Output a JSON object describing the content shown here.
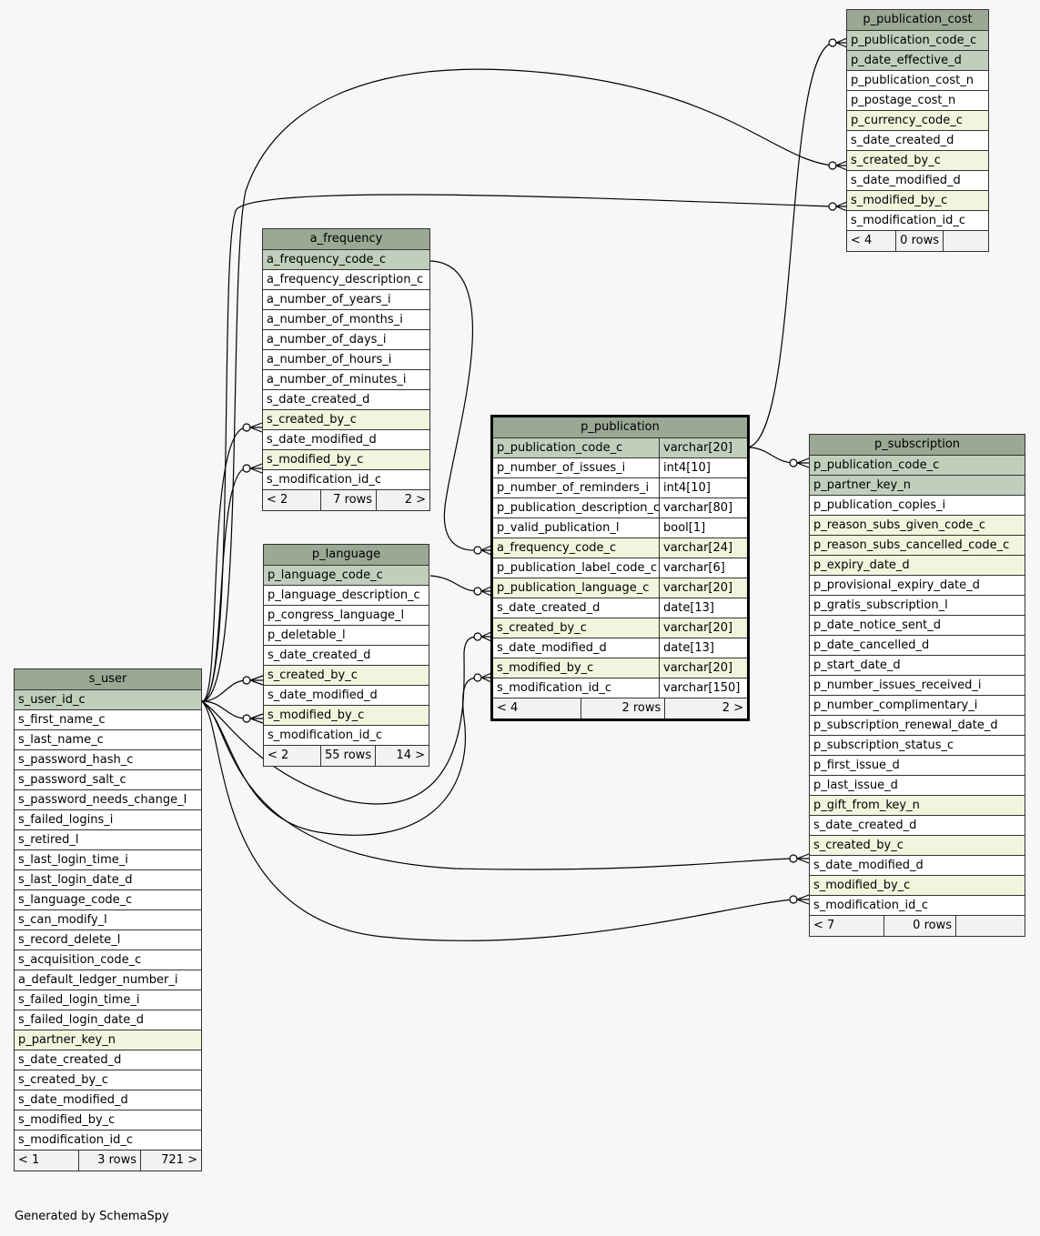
{
  "generator": "Generated by SchemaSpy",
  "tables": {
    "p_publication_cost": {
      "name": "p_publication_cost",
      "columns": [
        {
          "name": "p_publication_code_c",
          "kind": "pk"
        },
        {
          "name": "p_date_effective_d",
          "kind": "pk"
        },
        {
          "name": "p_publication_cost_n",
          "kind": "plain"
        },
        {
          "name": "p_postage_cost_n",
          "kind": "plain"
        },
        {
          "name": "p_currency_code_c",
          "kind": "fk"
        },
        {
          "name": "s_date_created_d",
          "kind": "plain"
        },
        {
          "name": "s_created_by_c",
          "kind": "fk"
        },
        {
          "name": "s_date_modified_d",
          "kind": "plain"
        },
        {
          "name": "s_modified_by_c",
          "kind": "fk"
        },
        {
          "name": "s_modification_id_c",
          "kind": "plain"
        }
      ],
      "footer": [
        "< 4",
        "0 rows",
        ""
      ]
    },
    "a_frequency": {
      "name": "a_frequency",
      "columns": [
        {
          "name": "a_frequency_code_c",
          "kind": "pk"
        },
        {
          "name": "a_frequency_description_c",
          "kind": "plain"
        },
        {
          "name": "a_number_of_years_i",
          "kind": "plain"
        },
        {
          "name": "a_number_of_months_i",
          "kind": "plain"
        },
        {
          "name": "a_number_of_days_i",
          "kind": "plain"
        },
        {
          "name": "a_number_of_hours_i",
          "kind": "plain"
        },
        {
          "name": "a_number_of_minutes_i",
          "kind": "plain"
        },
        {
          "name": "s_date_created_d",
          "kind": "plain"
        },
        {
          "name": "s_created_by_c",
          "kind": "fk"
        },
        {
          "name": "s_date_modified_d",
          "kind": "plain"
        },
        {
          "name": "s_modified_by_c",
          "kind": "fk"
        },
        {
          "name": "s_modification_id_c",
          "kind": "plain"
        }
      ],
      "footer": [
        "< 2",
        "7 rows",
        "2 >"
      ]
    },
    "p_language": {
      "name": "p_language",
      "columns": [
        {
          "name": "p_language_code_c",
          "kind": "pk"
        },
        {
          "name": "p_language_description_c",
          "kind": "plain"
        },
        {
          "name": "p_congress_language_l",
          "kind": "plain"
        },
        {
          "name": "p_deletable_l",
          "kind": "plain"
        },
        {
          "name": "s_date_created_d",
          "kind": "plain"
        },
        {
          "name": "s_created_by_c",
          "kind": "fk"
        },
        {
          "name": "s_date_modified_d",
          "kind": "plain"
        },
        {
          "name": "s_modified_by_c",
          "kind": "fk"
        },
        {
          "name": "s_modification_id_c",
          "kind": "plain"
        }
      ],
      "footer": [
        "< 2",
        "55 rows",
        "14 >"
      ]
    },
    "p_publication": {
      "name": "p_publication",
      "columns": [
        {
          "name": "p_publication_code_c",
          "type": "varchar[20]",
          "kind": "pk"
        },
        {
          "name": "p_number_of_issues_i",
          "type": "int4[10]",
          "kind": "plain"
        },
        {
          "name": "p_number_of_reminders_i",
          "type": "int4[10]",
          "kind": "plain"
        },
        {
          "name": "p_publication_description_c",
          "type": "varchar[80]",
          "kind": "plain"
        },
        {
          "name": "p_valid_publication_l",
          "type": "bool[1]",
          "kind": "plain"
        },
        {
          "name": "a_frequency_code_c",
          "type": "varchar[24]",
          "kind": "fk"
        },
        {
          "name": "p_publication_label_code_c",
          "type": "varchar[6]",
          "kind": "plain"
        },
        {
          "name": "p_publication_language_c",
          "type": "varchar[20]",
          "kind": "fk"
        },
        {
          "name": "s_date_created_d",
          "type": "date[13]",
          "kind": "plain"
        },
        {
          "name": "s_created_by_c",
          "type": "varchar[20]",
          "kind": "fk"
        },
        {
          "name": "s_date_modified_d",
          "type": "date[13]",
          "kind": "plain"
        },
        {
          "name": "s_modified_by_c",
          "type": "varchar[20]",
          "kind": "fk"
        },
        {
          "name": "s_modification_id_c",
          "type": "varchar[150]",
          "kind": "plain"
        }
      ],
      "footer": [
        "< 4",
        "2 rows",
        "2 >"
      ]
    },
    "p_subscription": {
      "name": "p_subscription",
      "columns": [
        {
          "name": "p_publication_code_c",
          "kind": "pk"
        },
        {
          "name": "p_partner_key_n",
          "kind": "pk"
        },
        {
          "name": "p_publication_copies_i",
          "kind": "plain"
        },
        {
          "name": "p_reason_subs_given_code_c",
          "kind": "fk"
        },
        {
          "name": "p_reason_subs_cancelled_code_c",
          "kind": "fk"
        },
        {
          "name": "p_expiry_date_d",
          "kind": "fk"
        },
        {
          "name": "p_provisional_expiry_date_d",
          "kind": "plain"
        },
        {
          "name": "p_gratis_subscription_l",
          "kind": "plain"
        },
        {
          "name": "p_date_notice_sent_d",
          "kind": "plain"
        },
        {
          "name": "p_date_cancelled_d",
          "kind": "plain"
        },
        {
          "name": "p_start_date_d",
          "kind": "plain"
        },
        {
          "name": "p_number_issues_received_i",
          "kind": "plain"
        },
        {
          "name": "p_number_complimentary_i",
          "kind": "plain"
        },
        {
          "name": "p_subscription_renewal_date_d",
          "kind": "plain"
        },
        {
          "name": "p_subscription_status_c",
          "kind": "plain"
        },
        {
          "name": "p_first_issue_d",
          "kind": "plain"
        },
        {
          "name": "p_last_issue_d",
          "kind": "plain"
        },
        {
          "name": "p_gift_from_key_n",
          "kind": "fk"
        },
        {
          "name": "s_date_created_d",
          "kind": "plain"
        },
        {
          "name": "s_created_by_c",
          "kind": "fk"
        },
        {
          "name": "s_date_modified_d",
          "kind": "plain"
        },
        {
          "name": "s_modified_by_c",
          "kind": "fk"
        },
        {
          "name": "s_modification_id_c",
          "kind": "plain"
        }
      ],
      "footer": [
        "< 7",
        "0 rows",
        ""
      ]
    },
    "s_user": {
      "name": "s_user",
      "columns": [
        {
          "name": "s_user_id_c",
          "kind": "pk"
        },
        {
          "name": "s_first_name_c",
          "kind": "plain"
        },
        {
          "name": "s_last_name_c",
          "kind": "plain"
        },
        {
          "name": "s_password_hash_c",
          "kind": "plain"
        },
        {
          "name": "s_password_salt_c",
          "kind": "plain"
        },
        {
          "name": "s_password_needs_change_l",
          "kind": "plain"
        },
        {
          "name": "s_failed_logins_i",
          "kind": "plain"
        },
        {
          "name": "s_retired_l",
          "kind": "plain"
        },
        {
          "name": "s_last_login_time_i",
          "kind": "plain"
        },
        {
          "name": "s_last_login_date_d",
          "kind": "plain"
        },
        {
          "name": "s_language_code_c",
          "kind": "plain"
        },
        {
          "name": "s_can_modify_l",
          "kind": "plain"
        },
        {
          "name": "s_record_delete_l",
          "kind": "plain"
        },
        {
          "name": "s_acquisition_code_c",
          "kind": "plain"
        },
        {
          "name": "a_default_ledger_number_i",
          "kind": "plain"
        },
        {
          "name": "s_failed_login_time_i",
          "kind": "plain"
        },
        {
          "name": "s_failed_login_date_d",
          "kind": "plain"
        },
        {
          "name": "p_partner_key_n",
          "kind": "fk"
        },
        {
          "name": "s_date_created_d",
          "kind": "plain"
        },
        {
          "name": "s_created_by_c",
          "kind": "plain"
        },
        {
          "name": "s_date_modified_d",
          "kind": "plain"
        },
        {
          "name": "s_modified_by_c",
          "kind": "plain"
        },
        {
          "name": "s_modification_id_c",
          "kind": "plain"
        }
      ],
      "footer": [
        "< 1",
        "3 rows",
        "721 >"
      ]
    }
  }
}
